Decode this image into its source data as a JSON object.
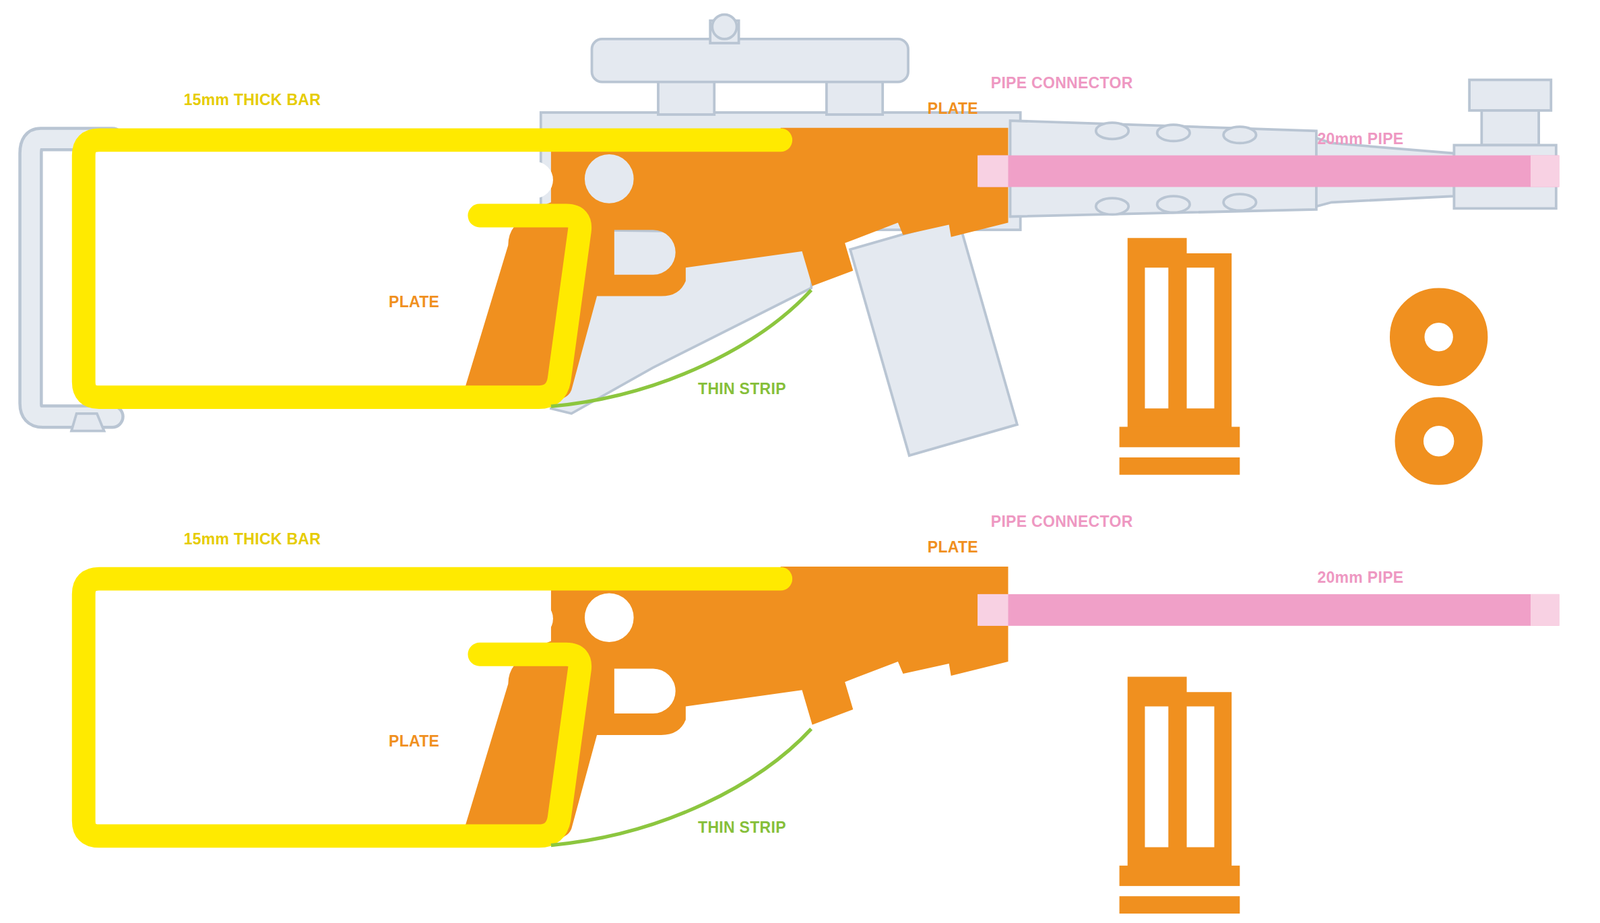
{
  "diagram": {
    "labels": [
      "15mm THICK BAR",
      "PIPE CONNECTOR",
      "PLATE",
      "20mm PIPE",
      "PLATE",
      "THIN STRIP",
      "15mm THICK BAR",
      "PIPE CONNECTOR",
      "PLATE",
      "20mm PIPE",
      "PLATE",
      "THIN STRIP"
    ]
  }
}
